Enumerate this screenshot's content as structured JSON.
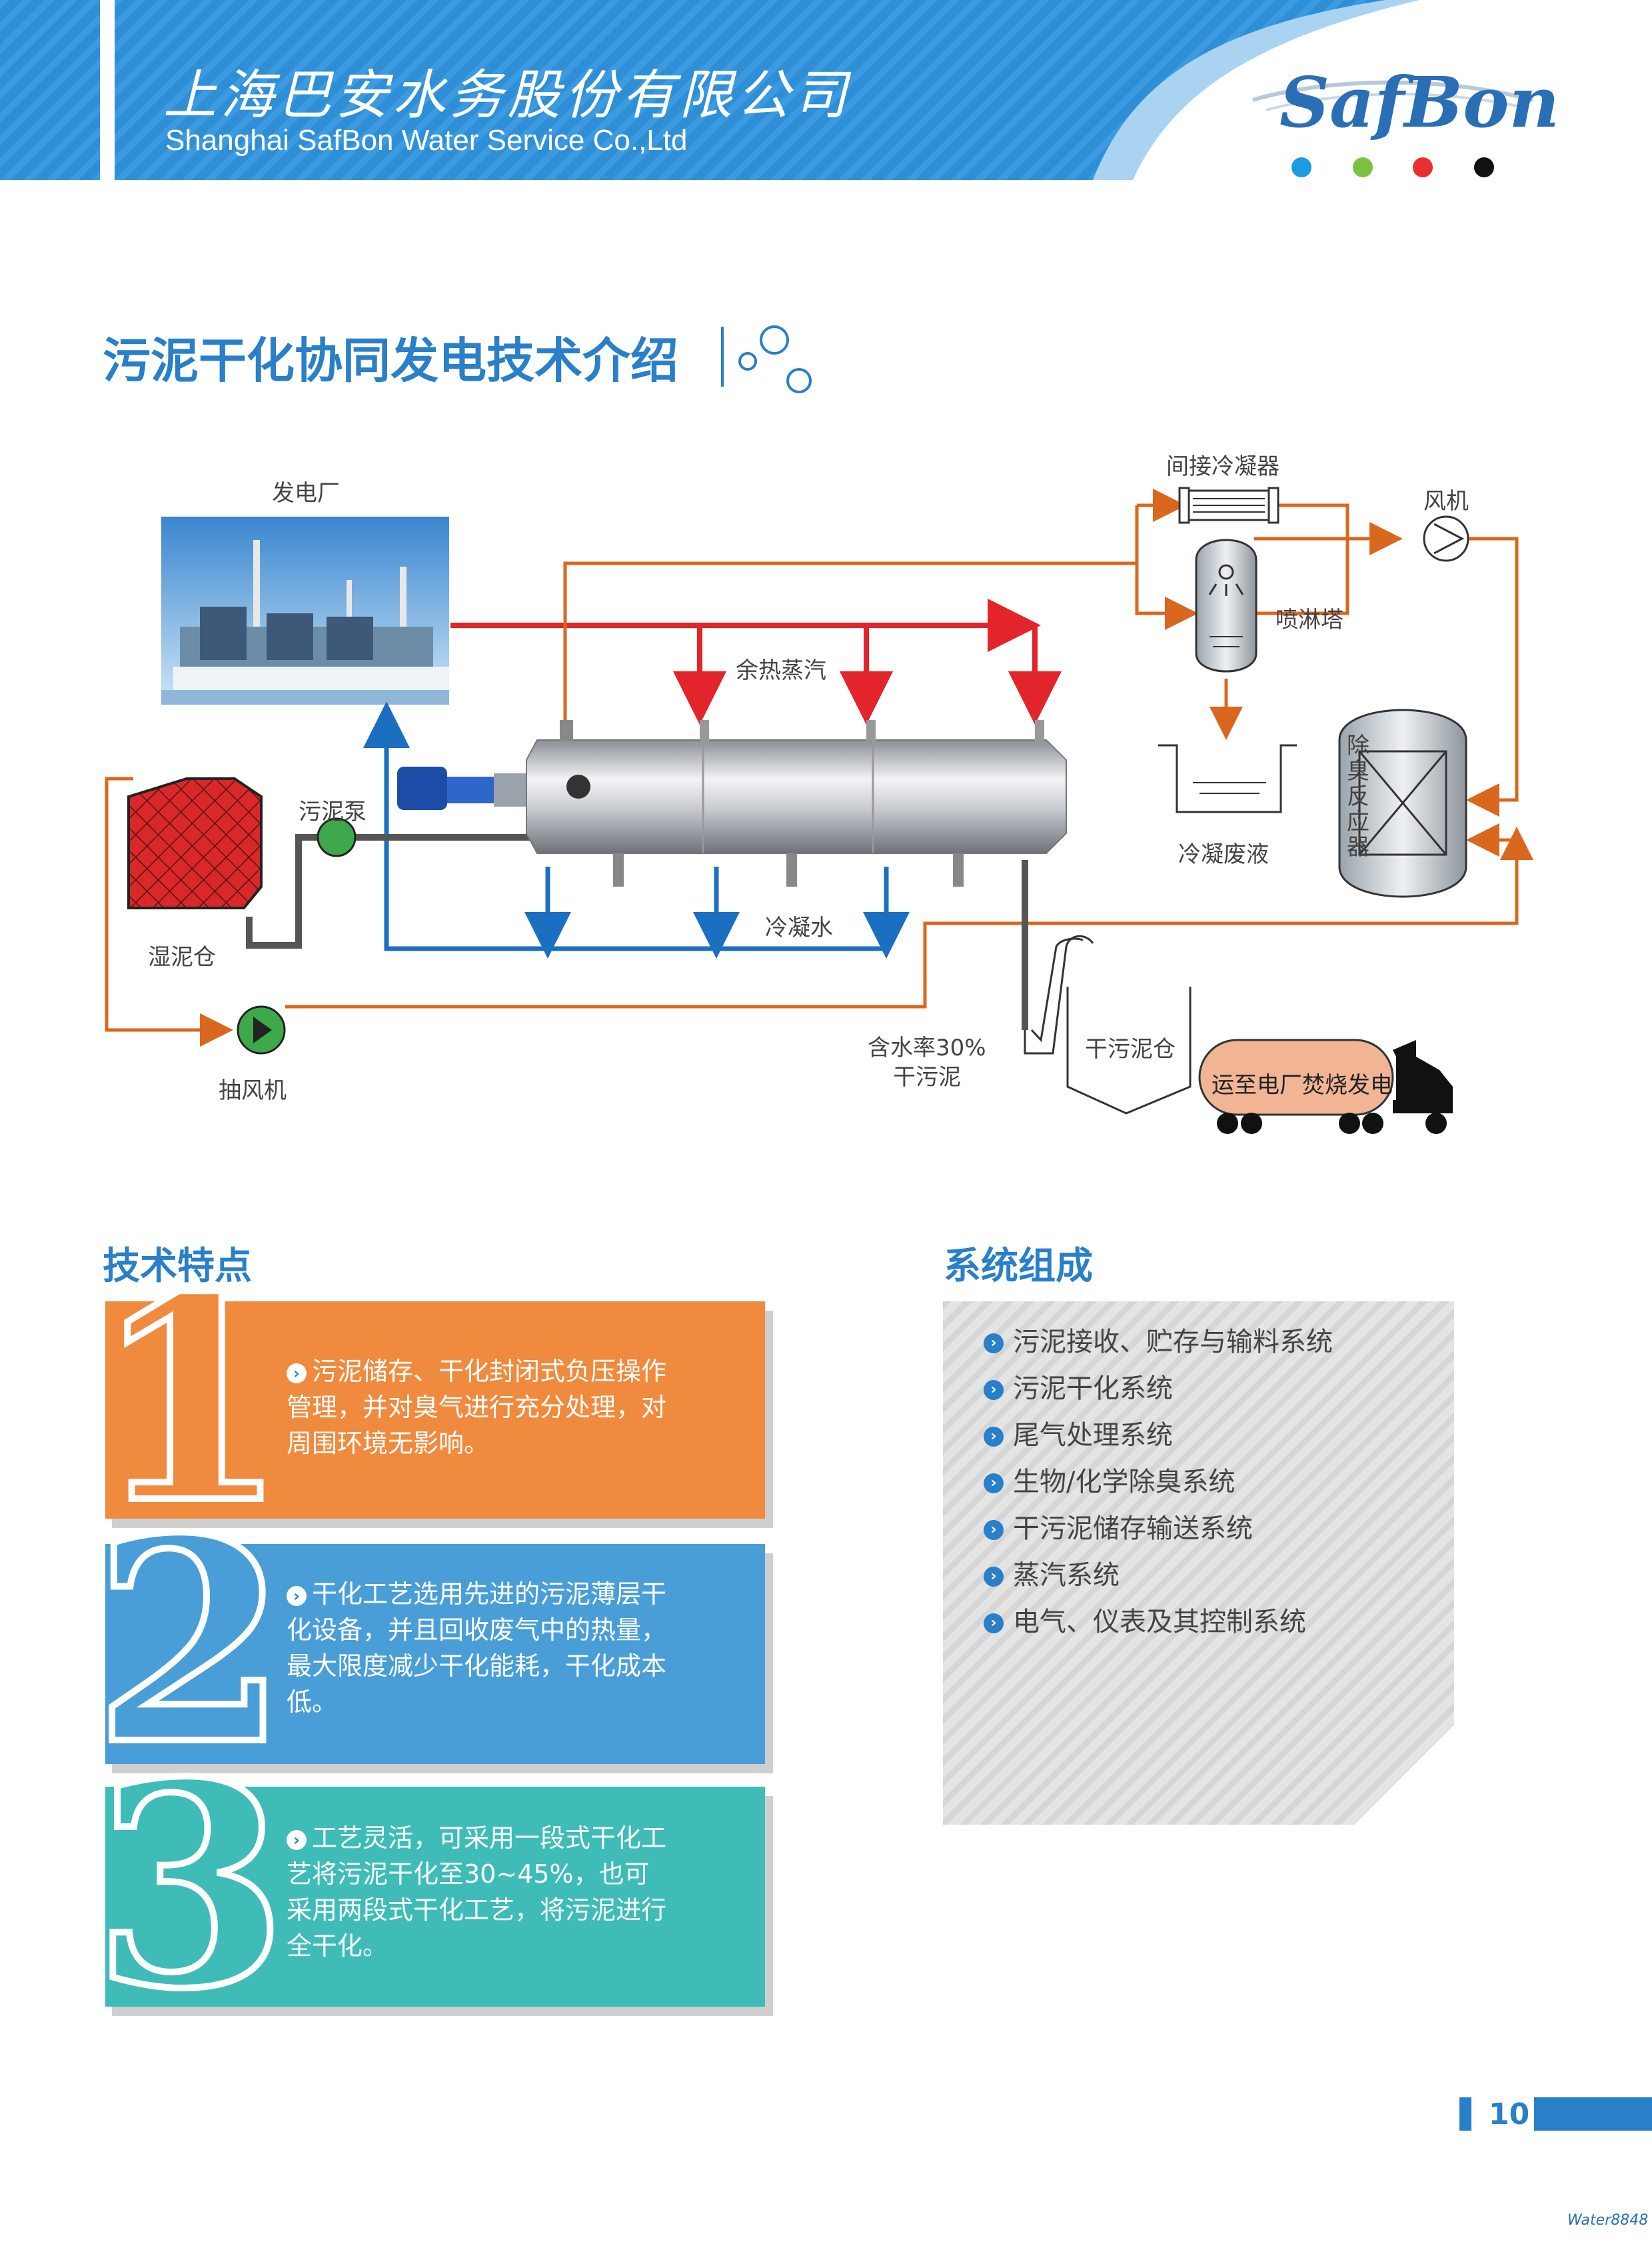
{
  "header": {
    "company_cn": "上海巴安水务股份有限公司",
    "company_en": "Shanghai SafBon Water Service Co.,Ltd",
    "brand": "SafBon",
    "dot_colors": [
      "#1e9be0",
      "#7cc242",
      "#e8312f",
      "#111111"
    ]
  },
  "title": "污泥干化协同发电技术介绍",
  "diagram": {
    "labels": {
      "power_plant": "发电厂",
      "waste_heat_steam": "余热蒸汽",
      "condensate": "冷凝水",
      "sludge_pump": "污泥泵",
      "wet_sludge_bin": "湿泥仓",
      "exhaust_fan": "抽风机",
      "indirect_condenser": "间接冷凝器",
      "fan": "风机",
      "spray_tower": "喷淋塔",
      "condensed_wastewater": "冷凝废液",
      "deodor_reactor": "除臭反应器",
      "dry_sludge_line1": "含水率30%",
      "dry_sludge_line2": "干污泥",
      "dry_sludge_bin": "干污泥仓",
      "truck_label": "运至电厂焚烧发电"
    },
    "colors": {
      "steam": "#e2242b",
      "condensate": "#1b6fc0",
      "gas": "#d9681e",
      "sludge": "#555555"
    }
  },
  "features": {
    "title": "技术特点",
    "items": [
      {
        "num": "1",
        "text": "污泥储存、干化封闭式负压操作管理，并对臭气进行充分处理，对周围环境无影响。",
        "color": "#f08a3e"
      },
      {
        "num": "2",
        "text": "干化工艺选用先进的污泥薄层干化设备，并且回收废气中的热量，最大限度减少干化能耗，干化成本低。",
        "color": "#4a9ed8"
      },
      {
        "num": "3",
        "text": "工艺灵活，可采用一段式干化工艺将污泥干化至30~45%，也可采用两段式干化工艺，将污泥进行全干化。",
        "color": "#3fbcb8"
      }
    ]
  },
  "system": {
    "title": "系统组成",
    "items": [
      "污泥接收、贮存与输料系统",
      "污泥干化系统",
      "尾气处理系统",
      "生物/化学除臭系统",
      "干污泥储存输送系统",
      "蒸汽系统",
      "电气、仪表及其控制系统"
    ]
  },
  "page_number": "10",
  "watermark": "Water8848"
}
